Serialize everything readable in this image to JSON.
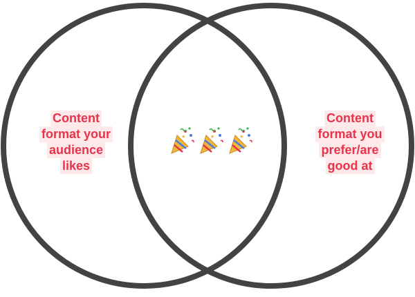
{
  "diagram": {
    "left_label_lines": [
      "Content",
      "format your",
      "audience",
      "likes"
    ],
    "right_label_lines": [
      "Content",
      "format you",
      "prefer/are",
      "good at"
    ],
    "center_icons": [
      "party-popper-icon",
      "party-popper-icon",
      "party-popper-icon"
    ],
    "colors": {
      "circle_stroke": "#434343",
      "label_text": "#e8344a",
      "label_highlight": "#fde8ea"
    }
  }
}
